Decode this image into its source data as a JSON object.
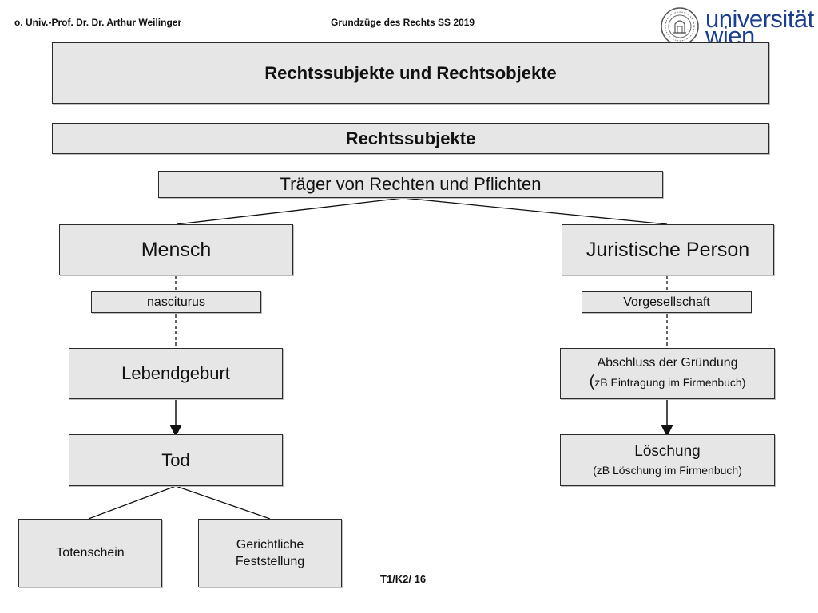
{
  "header": {
    "author": "o. Univ.-Prof. Dr. Dr. Arthur Weilinger",
    "course": "Grundzüge des Rechts SS 2019",
    "logo_line1": "universität",
    "logo_line2": "wien"
  },
  "slide": {
    "main_title": "Rechtssubjekte und Rechtsobjekte",
    "section_title": "Rechtssubjekte",
    "definition": "Träger von Rechten und Pflichten",
    "mensch": {
      "title": "Mensch",
      "prenatal": "nasciturus",
      "begin": "Lebendgeburt",
      "end": "Tod",
      "proof_1": "Totenschein",
      "proof_2_line1": "Gerichtliche",
      "proof_2_line2": "Feststellung"
    },
    "juristische_person": {
      "title": "Juristische Person",
      "pre_stage": "Vorgesellschaft",
      "begin_line1": "Abschluss der Gründung",
      "begin_paren": "(",
      "begin_line2": "zB Eintragung im Firmenbuch)",
      "end_line1": "Löschung",
      "end_line2": "(zB Löschung im Firmenbuch)"
    }
  },
  "footer": {
    "page_ref": "T1/K2/ 16"
  },
  "colors": {
    "box_fill": "#e6e6e6",
    "logo_blue": "#1d3f8a",
    "line": "#111111"
  }
}
